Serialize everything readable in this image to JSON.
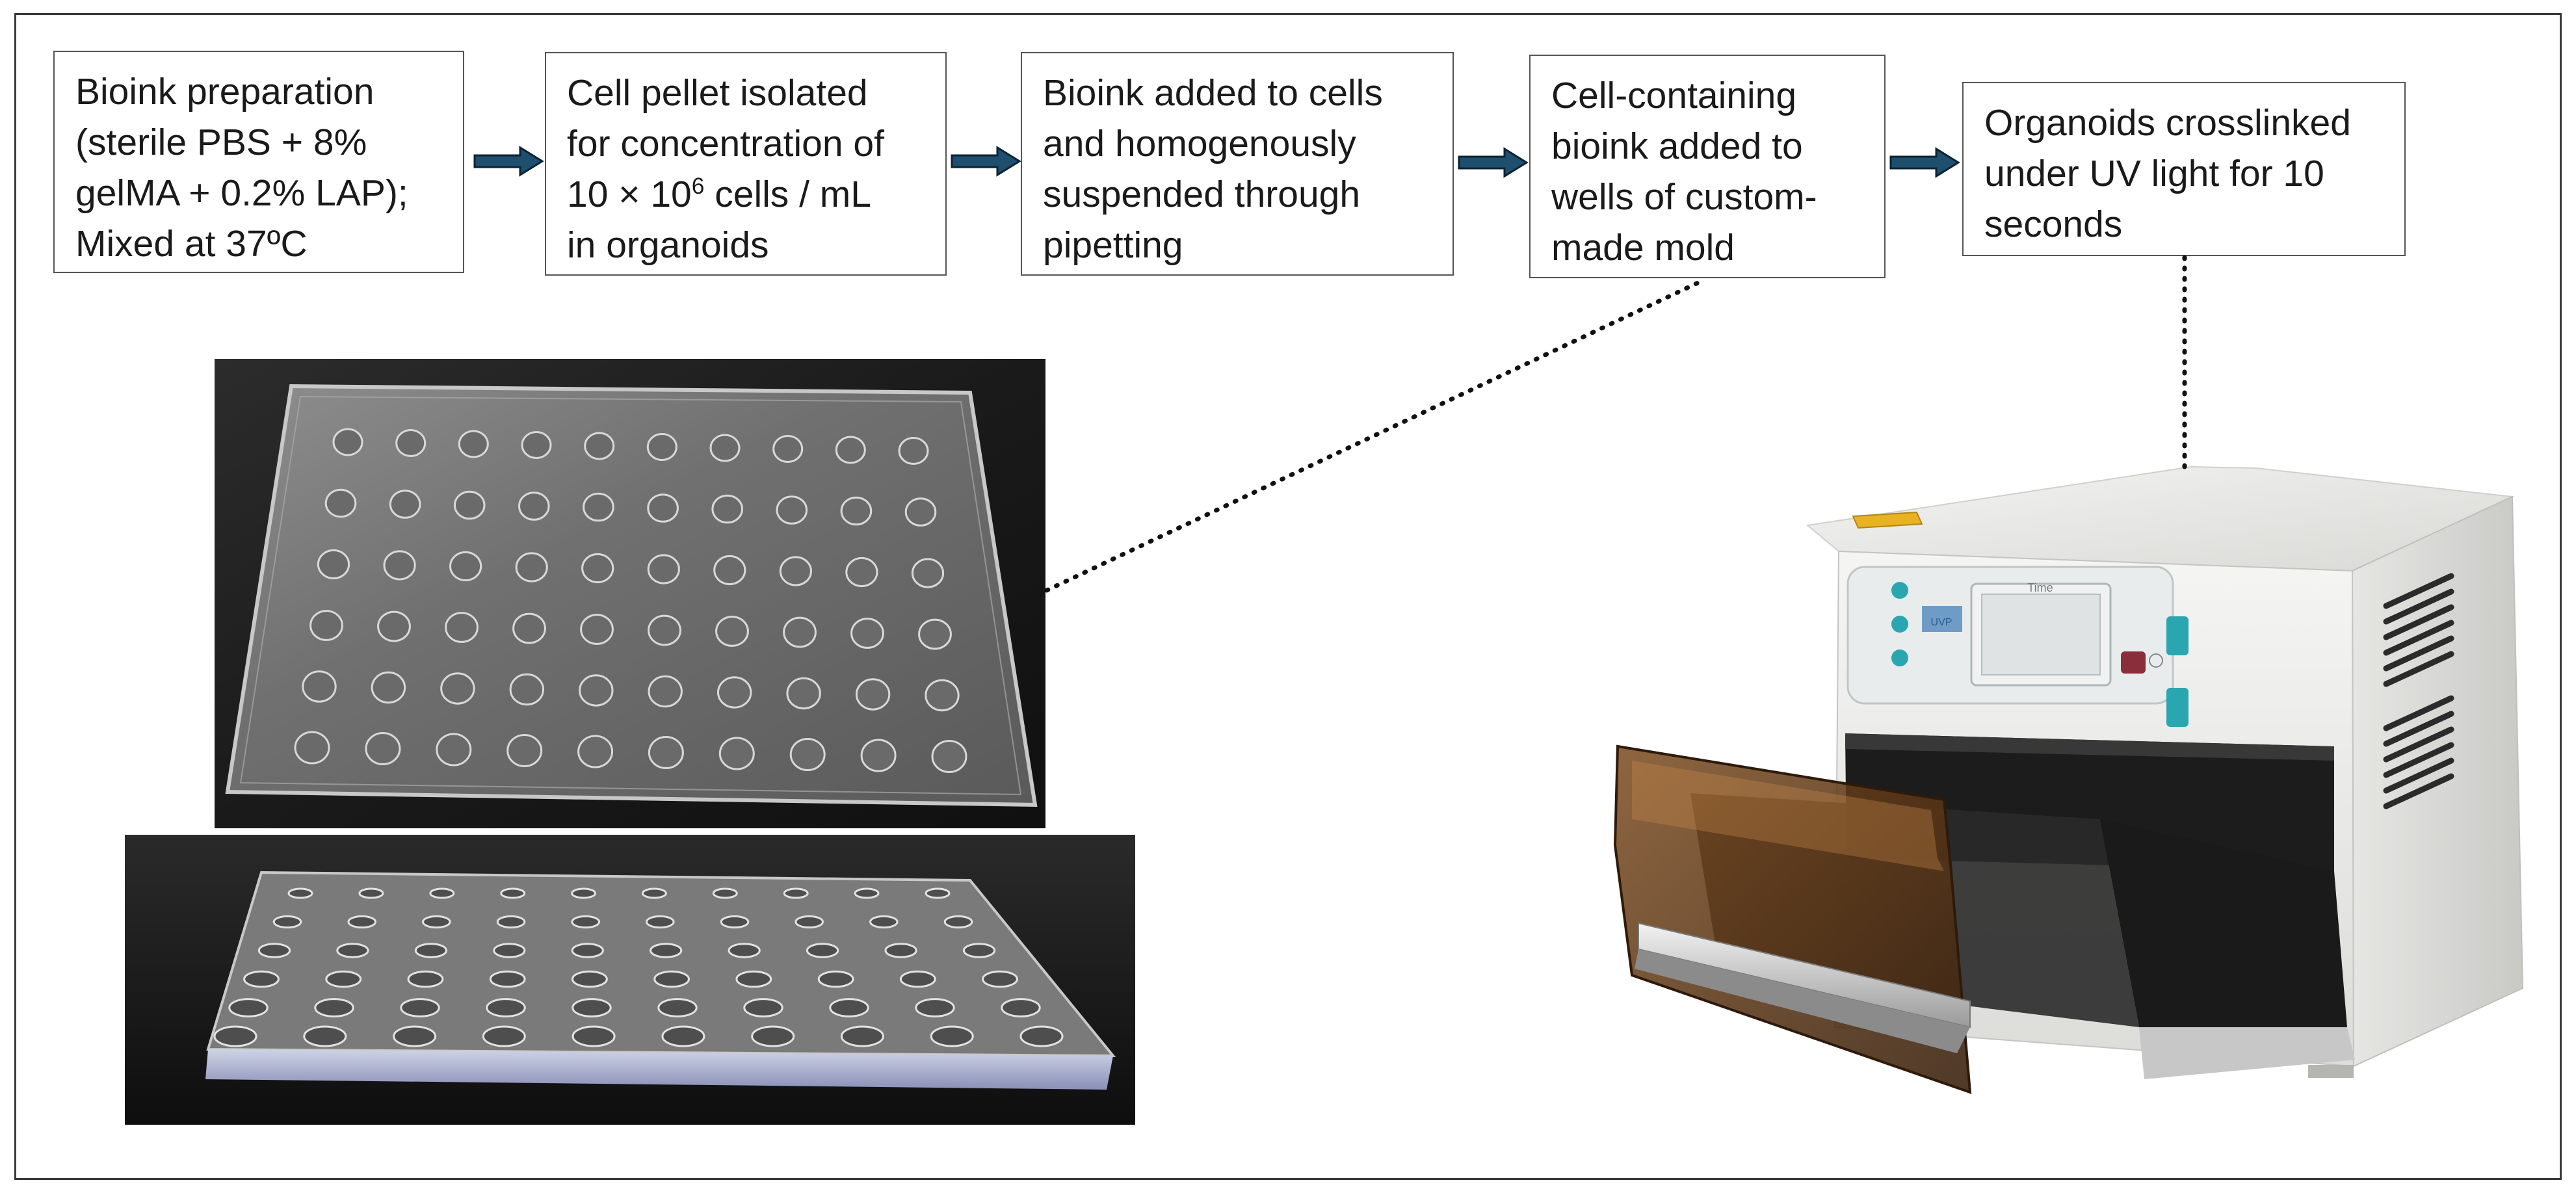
{
  "steps": [
    {
      "lines": [
        "Bioink preparation",
        "(sterile PBS + 8%",
        "gelMA + 0.2% LAP);",
        "Mixed at 37ºC"
      ]
    },
    {
      "lines": [
        "Cell pellet isolated",
        "for concentration of"
      ],
      "line3": {
        "pre": "10 × 10",
        "sup": "6",
        "post": " cells / mL"
      },
      "line4": "in organoids"
    },
    {
      "lines": [
        "Bioink added to cells",
        "and homogenously",
        "suspended through",
        "pipetting"
      ]
    },
    {
      "lines": [
        "Cell-containing",
        "bioink added to",
        "wells of custom-",
        "made mold"
      ]
    },
    {
      "lines": [
        "Organoids crosslinked",
        "under UV light for 10",
        "seconds"
      ]
    }
  ],
  "device": {
    "panel_label": "Time",
    "brand_mark": "UVP"
  },
  "colors": {
    "arrow_fill": "#1e4f6e",
    "arrow_stroke": "#0d2333",
    "box_border": "#555555",
    "teal_button": "#2aa6b0",
    "amber_door": "#6b3a12"
  }
}
